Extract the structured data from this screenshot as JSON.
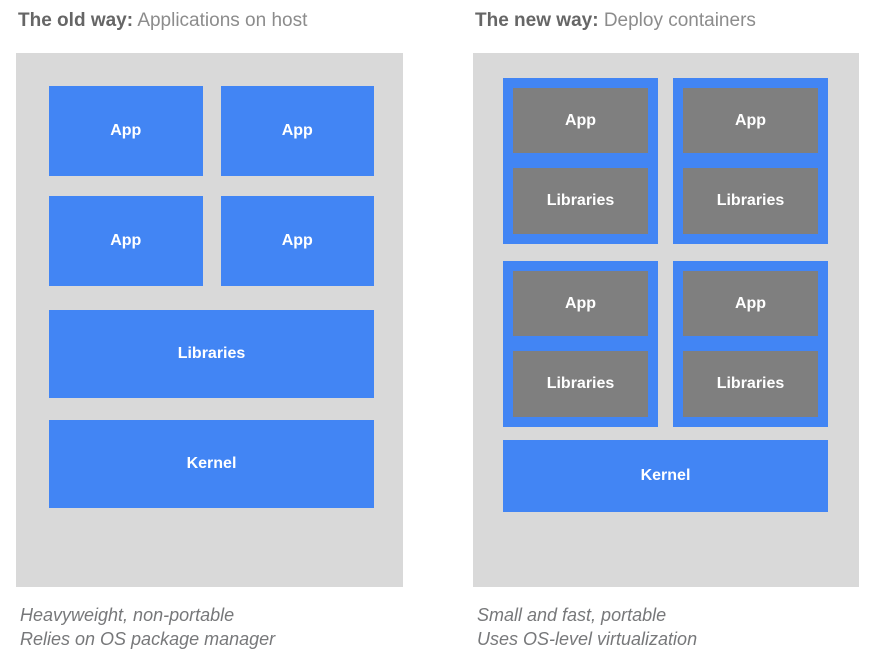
{
  "colors": {
    "panel_bg": "#d9d9d9",
    "blue": "#4285f4",
    "inner_gray": "#7f7f7f",
    "title_bold": "#666666",
    "title_regular": "#8c8c8c",
    "caption_text": "#77787a",
    "box_text": "#ffffff"
  },
  "old_way": {
    "title_bold": "The old way:",
    "title_rest": "Applications on host",
    "apps": [
      "App",
      "App",
      "App",
      "App"
    ],
    "libraries_label": "Libraries",
    "kernel_label": "Kernel",
    "caption_line1": "Heavyweight, non-portable",
    "caption_line2": "Relies on OS package manager"
  },
  "new_way": {
    "title_bold": "The new way:",
    "title_rest": "Deploy containers",
    "containers": [
      {
        "app": "App",
        "libraries": "Libraries"
      },
      {
        "app": "App",
        "libraries": "Libraries"
      },
      {
        "app": "App",
        "libraries": "Libraries"
      },
      {
        "app": "App",
        "libraries": "Libraries"
      }
    ],
    "kernel_label": "Kernel",
    "caption_line1": "Small and fast, portable",
    "caption_line2": "Uses OS-level virtualization"
  }
}
